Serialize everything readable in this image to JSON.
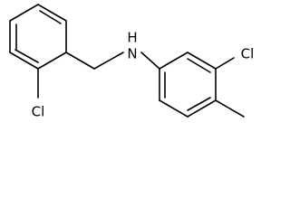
{
  "molecule": {
    "labels": {
      "amine_nitrogen": "N",
      "amine_hydrogen": "H",
      "chlorine_left": "Cl",
      "chlorine_right": "Cl"
    }
  }
}
